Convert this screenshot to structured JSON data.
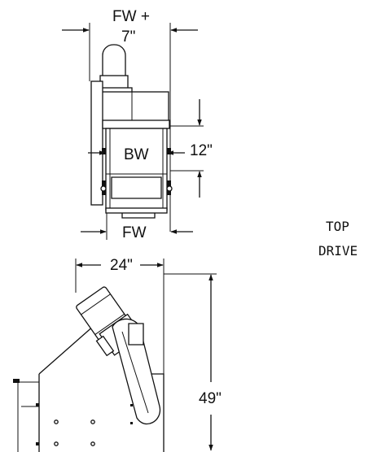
{
  "dimensions": {
    "fw_plus": "FW +",
    "seven_in": "7\"",
    "bw": "BW",
    "twelve_in": "12\"",
    "fw": "FW",
    "twenty_four_in": "24\"",
    "forty_nine_in": "49\""
  },
  "notes": {
    "line1": "TOP",
    "line2": "DRIVE"
  }
}
